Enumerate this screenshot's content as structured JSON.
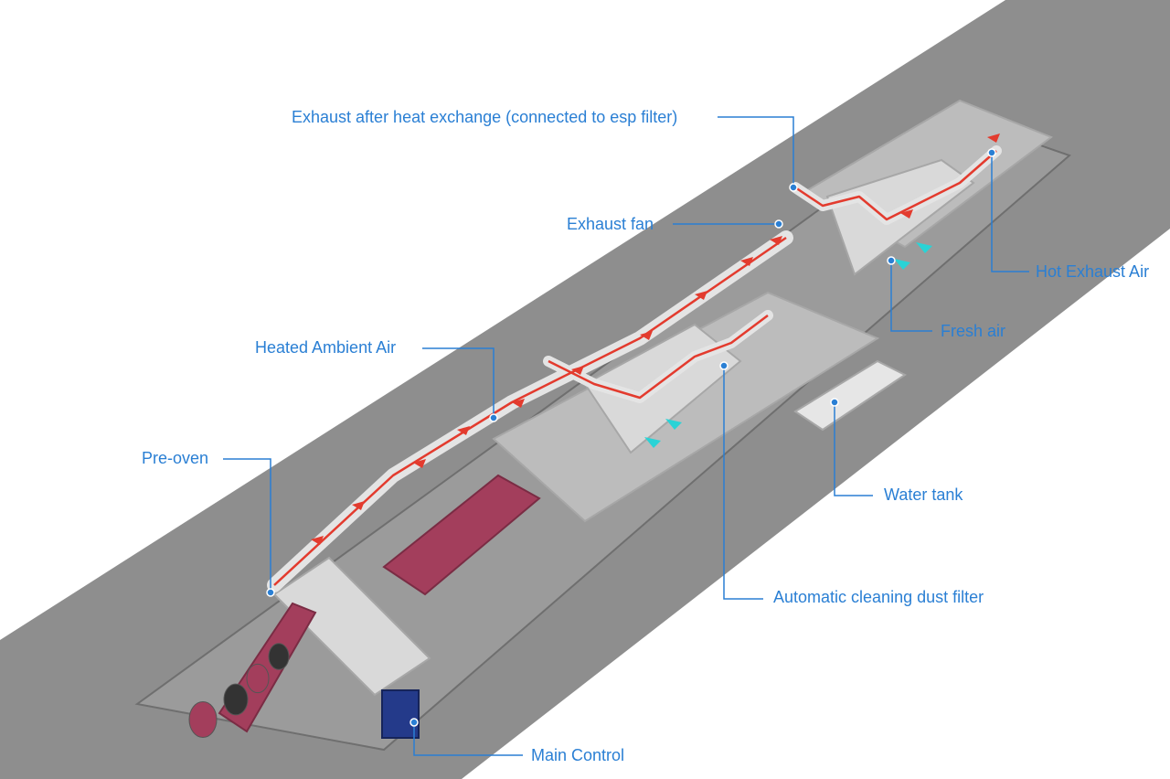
{
  "colors": {
    "background": "#ffffff",
    "floor": "#8e8e8e",
    "floor_edge": "#6f6f6f",
    "machine": "#d9d9d9",
    "machine_dark": "#a7a7a7",
    "duct": "#e4e4e4",
    "flow_arrow": "#e33b2e",
    "fresh_air_arrow": "#29d3d6",
    "fabric": "#a33e5c",
    "leader_line": "#2a7fd4",
    "label_text": "#2a7fd4",
    "control_cabinet": "#243a8a"
  },
  "icons": {
    "flow": "red-arrow",
    "fresh_air": "cyan-arrow",
    "callout_marker": "blue-dot"
  },
  "labels": {
    "exhaust_after_heat_exchange": "Exhaust after heat exchange (connected to esp filter)",
    "exhaust_fan": "Exhaust fan",
    "hot_exhaust_air": "Hot Exhaust Air",
    "fresh_air": "Fresh air",
    "heated_ambient_air": "Heated Ambient Air",
    "pre_oven": "Pre-oven",
    "water_tank": "Water tank",
    "automatic_cleaning_dust_filter": "Automatic cleaning dust filter",
    "main_control": "Main Control"
  }
}
